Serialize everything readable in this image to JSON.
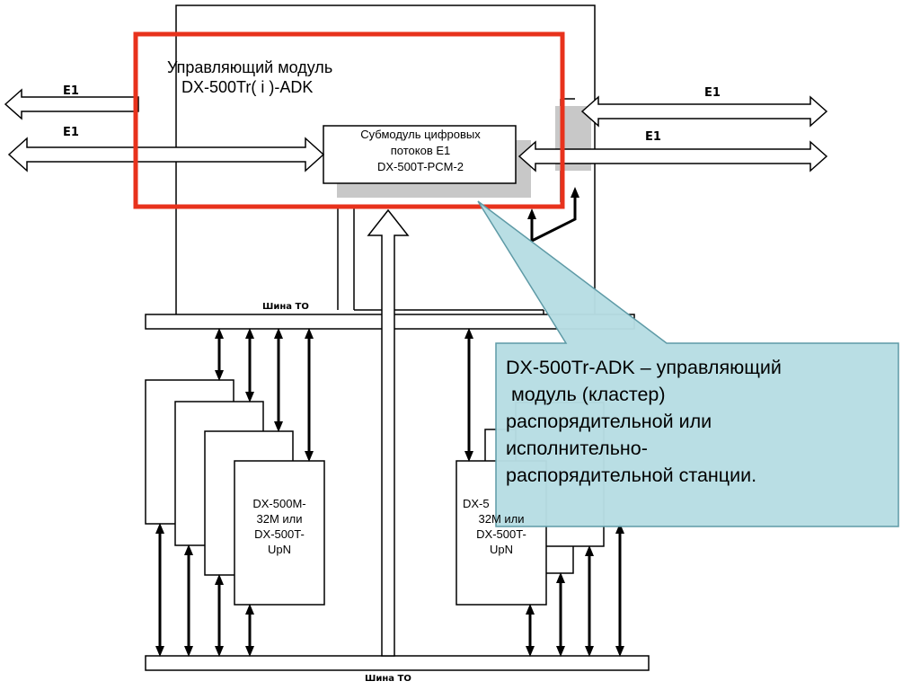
{
  "control_module": {
    "title_line1": "Управляющий модуль",
    "title_line2": "DX-500Tr( i )-ADK",
    "highlight_color": "#e8321c"
  },
  "submodule": {
    "line1": "Субмодуль цифровых",
    "line2": "потоков Е1",
    "line3": "DX-500T-PCM-2"
  },
  "links": {
    "left_top": "E1",
    "left_bottom": "E1",
    "right_top": "E1",
    "right_bottom": "E1"
  },
  "buses": {
    "top_label": "Шина ТО",
    "bottom_label": "Шина ТО"
  },
  "cards": {
    "left": {
      "line1": "DX-500M-",
      "line2": "32M или",
      "line3": "DX-500T-",
      "line4": "UpN"
    },
    "right": {
      "line1": "DX-5",
      "line2": "32M или",
      "line3": "DX-500T-",
      "line4": "UpN"
    }
  },
  "callout": {
    "fill_color": "#b7dde3",
    "line1": "DX-500Tr-ADK – управляющий",
    "line2": " модуль (кластер)",
    "line3": "распорядительной или",
    "line4": "исполнительно-",
    "line5": "распорядительной станции."
  }
}
